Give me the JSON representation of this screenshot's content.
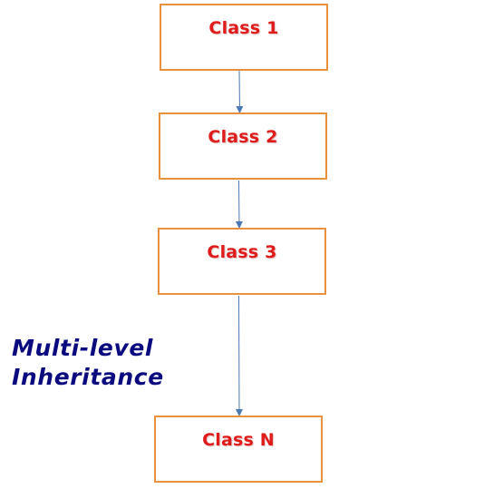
{
  "diagram": {
    "title_lines": [
      "Multi-level",
      "Inheritance"
    ],
    "nodes": [
      {
        "id": "class-1",
        "label": "Class 1"
      },
      {
        "id": "class-2",
        "label": "Class 2"
      },
      {
        "id": "class-3",
        "label": "Class 3"
      },
      {
        "id": "class-n",
        "label": "Class N"
      }
    ],
    "edges": [
      {
        "from": "class-1",
        "to": "class-2"
      },
      {
        "from": "class-2",
        "to": "class-3"
      },
      {
        "from": "class-3",
        "to": "class-n"
      }
    ],
    "colors": {
      "box_border": "#e8913f",
      "label_text": "#e01b1b",
      "title_text": "#0b0b80",
      "arrow": "#4a78b5"
    }
  }
}
